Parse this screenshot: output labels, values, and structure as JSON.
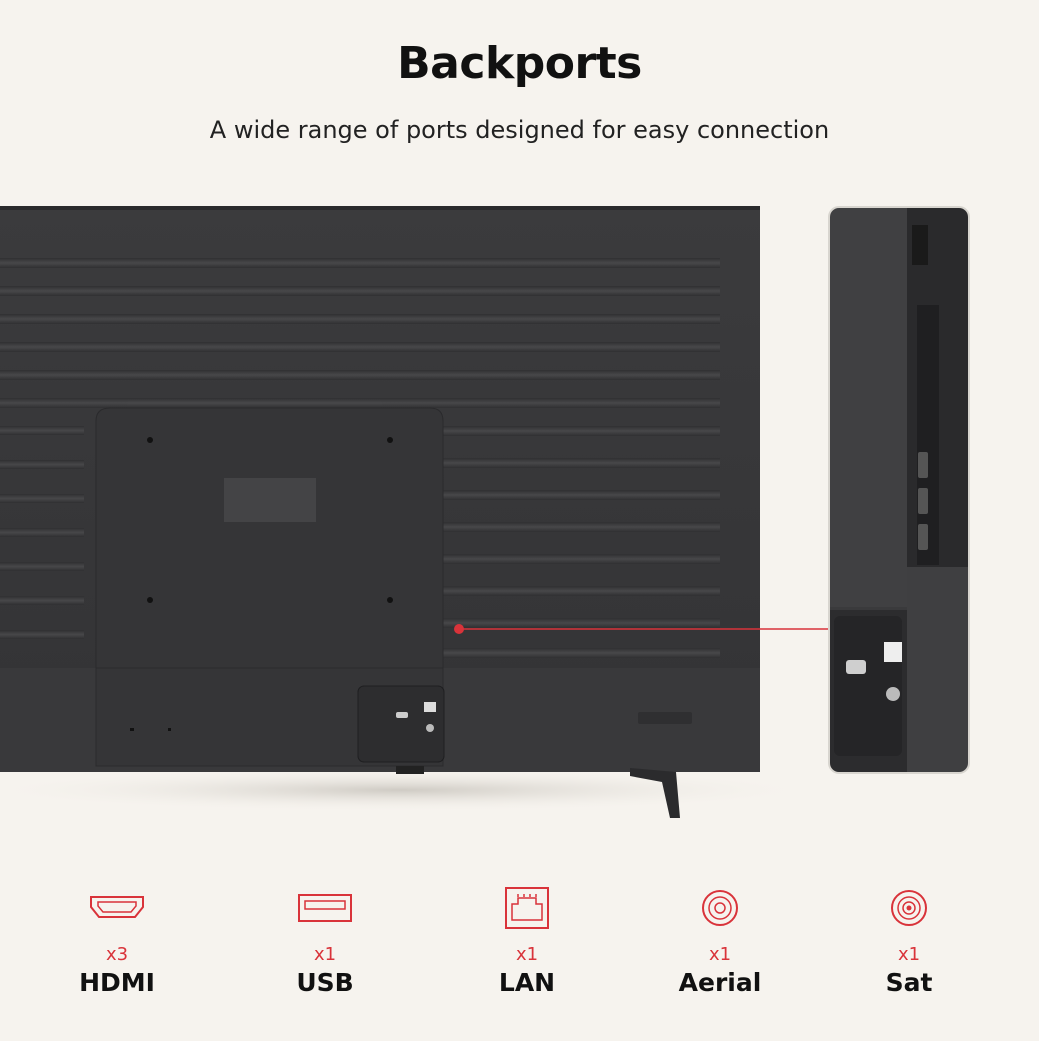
{
  "header": {
    "title": "Backports",
    "subtitle": "A wide range of ports designed for easy connection"
  },
  "accent_color": "#d9333a",
  "ports": [
    {
      "icon": "hdmi-icon",
      "count": "x3",
      "label": "HDMI"
    },
    {
      "icon": "usb-icon",
      "count": "x1",
      "label": "USB"
    },
    {
      "icon": "lan-icon",
      "count": "x1",
      "label": "LAN"
    },
    {
      "icon": "aerial-icon",
      "count": "x1",
      "label": "Aerial"
    },
    {
      "icon": "sat-icon",
      "count": "x1",
      "label": "Sat"
    }
  ]
}
